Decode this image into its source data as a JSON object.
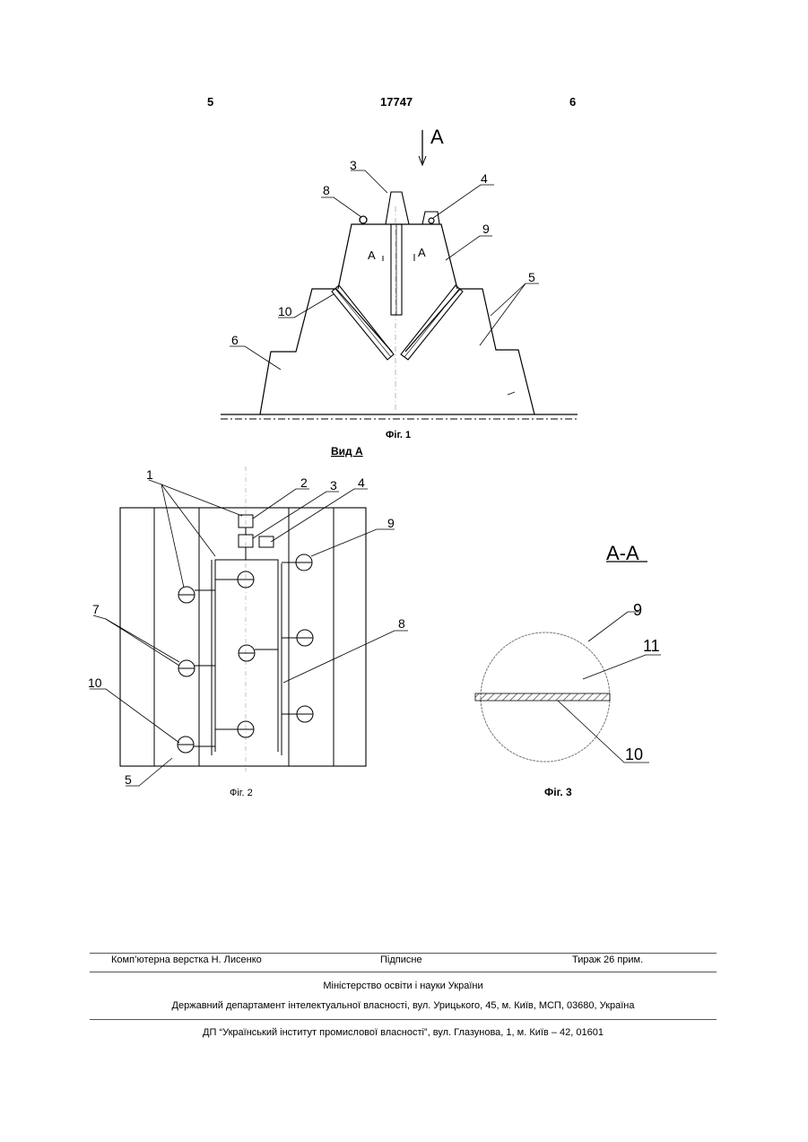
{
  "header": {
    "left": "5",
    "center": "17747",
    "right": "6"
  },
  "fig1": {
    "arrow_label": "А",
    "section_left": "А",
    "section_right": "А",
    "labels": [
      "3",
      "8",
      "4",
      "9",
      "5",
      "10",
      "6"
    ],
    "caption": "Фіг. 1"
  },
  "view_title": "Вид А",
  "fig2": {
    "labels": [
      "1",
      "2",
      "3",
      "4",
      "9",
      "7",
      "8",
      "10",
      "5"
    ],
    "caption": "Фіг. 2"
  },
  "fig3": {
    "section_title": "А-А",
    "labels": [
      "9",
      "11",
      "10"
    ],
    "caption": "Фіг. 3"
  },
  "footer": {
    "row1_left": "Комп’ютерна верстка Н. Лисенко",
    "row1_center": "Підписне",
    "row1_right": "Тираж 26 прим.",
    "ministry": "Міністерство освіти і науки України",
    "department": "Державний департамент інтелектуальної власності, вул. Урицького, 45, м. Київ, МСП, 03680, Україна",
    "institute": "ДП “Український інститут промислової власності”, вул. Глазунова, 1, м. Київ – 42, 01601"
  }
}
